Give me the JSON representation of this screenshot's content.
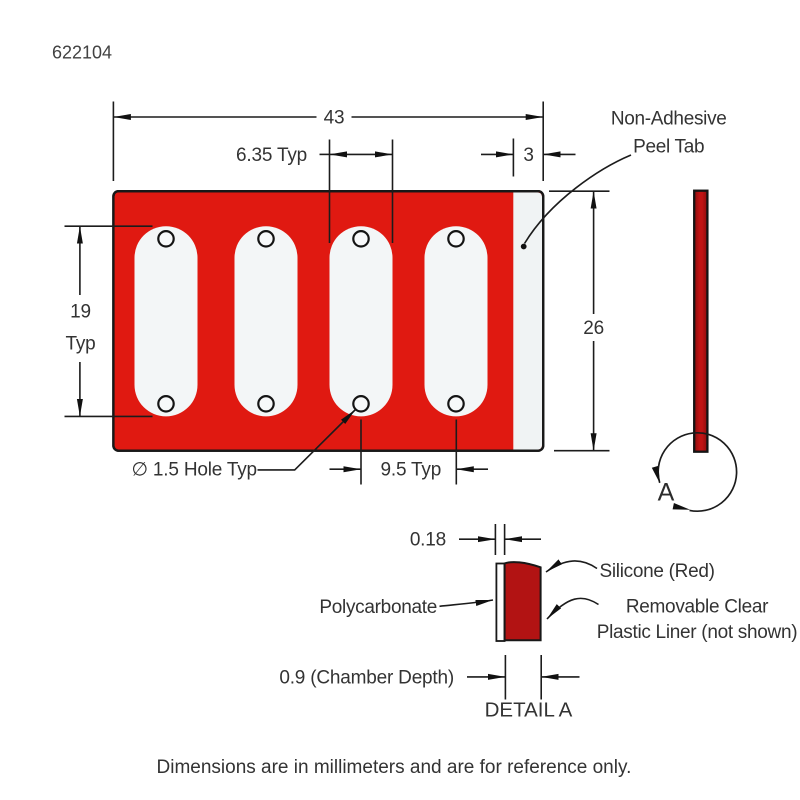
{
  "part_number": "622104",
  "colors": {
    "silicone_face_red": "#e01911",
    "silicone_dark_red": "#b21313",
    "peel_tab_fill": "#f0f3f4",
    "chamber_fill": "#f3f6f7",
    "line_color": "#1c1c1c",
    "text_color": "#3d3d3d"
  },
  "main_view": {
    "dimensions": {
      "overall_width": "43",
      "chamber_width": "6.35 Typ",
      "peel_tab_width": "3",
      "overall_height": "26",
      "chamber_height_line1": "19",
      "chamber_height_line2": "Typ",
      "hole_diameter": "∅ 1.5 Hole Typ",
      "hole_pitch": "9.5 Typ"
    },
    "peel_tab_label_line1": "Non-Adhesive",
    "peel_tab_label_line2": "Peel Tab"
  },
  "section_marker": {
    "letter": "A"
  },
  "detail_view": {
    "title": "DETAIL A",
    "liner_thickness": "0.18",
    "chamber_depth": "0.9 (Chamber Depth)",
    "silicone_label": "Silicone (Red)",
    "polycarbonate_label": "Polycarbonate",
    "liner_label_line1": "Removable Clear",
    "liner_label_line2": "Plastic Liner (not shown)"
  },
  "footnote": "Dimensions are in millimeters and are for reference only."
}
